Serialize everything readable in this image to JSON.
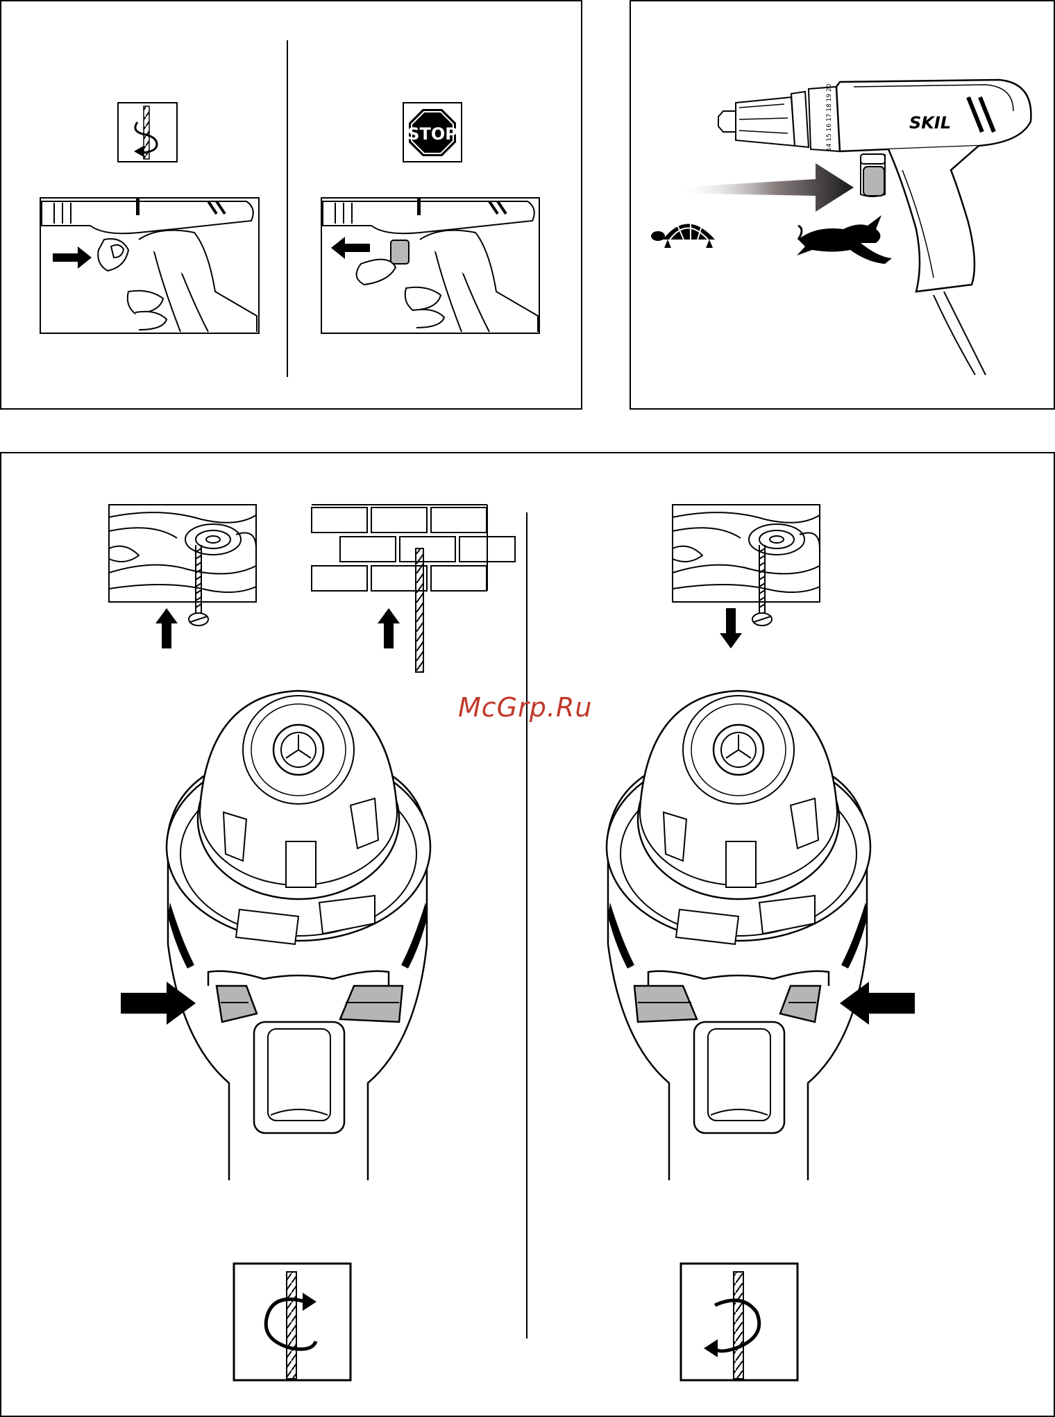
{
  "stop_sign": {
    "text": "STOP"
  },
  "tool": {
    "brand": "SKIL",
    "speed_scale": "14 15 16 17 18 19 20"
  },
  "watermark": {
    "text": "McGrp.Ru",
    "color": "#c0392b"
  }
}
